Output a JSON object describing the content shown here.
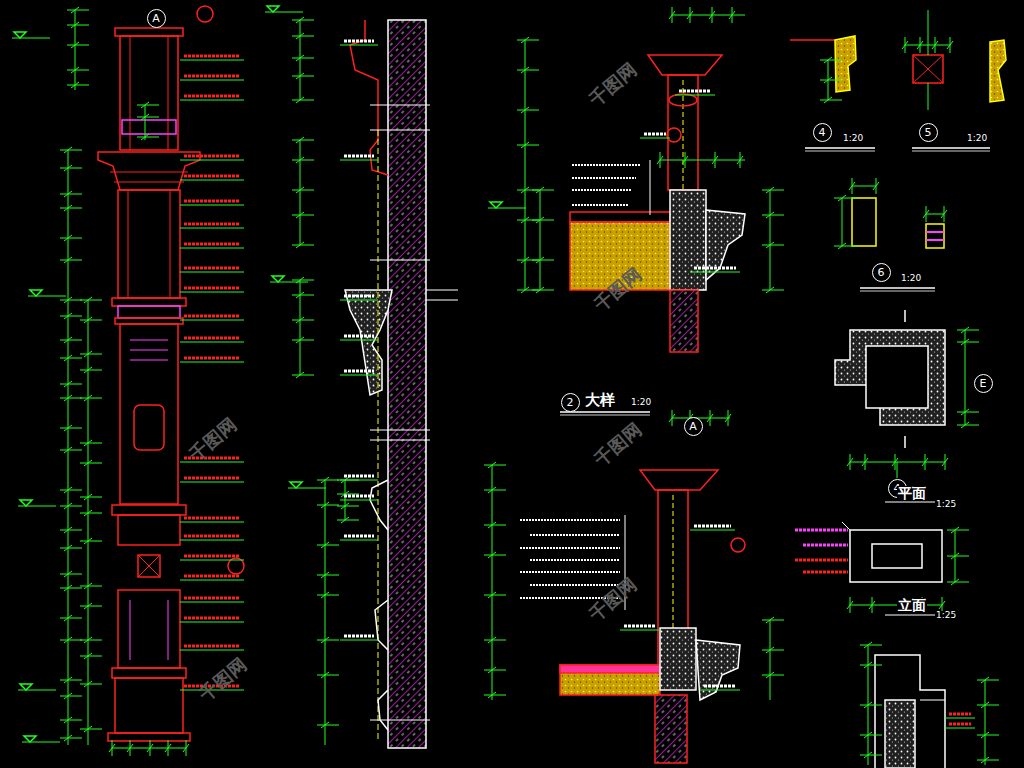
{
  "diagram": {
    "nodes": [
      {
        "text": [
          "2"
        ]
      },
      {
        "text": [
          "4"
        ]
      },
      {
        "text": [
          "5"
        ]
      },
      {
        "text": [
          "6"
        ]
      },
      {
        "text": [
          "A"
        ]
      },
      {
        "text": [
          "A"
        ]
      },
      {
        "text": [
          "E"
        ]
      },
      {
        "text": [
          "4"
        ]
      }
    ],
    "labels": [
      "大样",
      "1:20",
      "1:20",
      "1:20",
      "1:20",
      "平面",
      "1:25",
      "立面",
      "1:25",
      "千图网",
      "千图网",
      "千图网",
      "千图网",
      "千图网",
      "千图网"
    ]
  }
}
